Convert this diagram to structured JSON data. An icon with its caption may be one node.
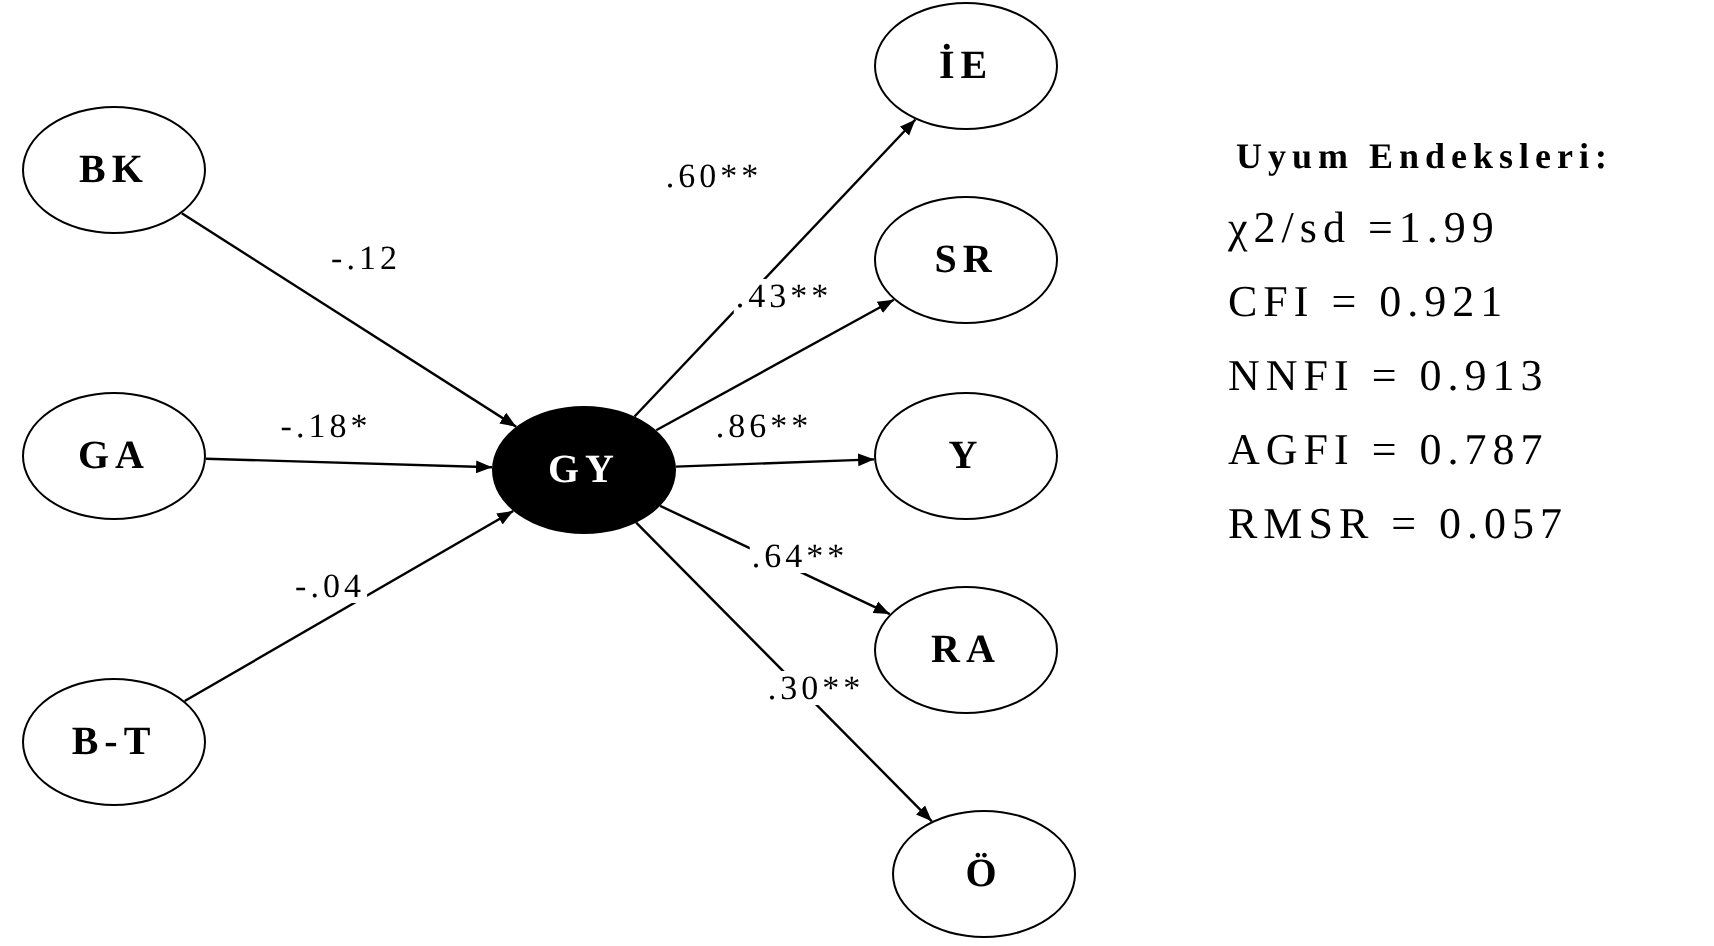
{
  "diagram": {
    "nodes": [
      {
        "text": [
          "BK"
        ]
      },
      {
        "text": [
          "GA"
        ]
      },
      {
        "text": [
          "B-T"
        ]
      },
      {
        "text": [
          "GY"
        ]
      },
      {
        "text": [
          "İE"
        ]
      },
      {
        "text": [
          "SR"
        ]
      },
      {
        "text": [
          "Y"
        ]
      },
      {
        "text": [
          "RA"
        ]
      },
      {
        "text": [
          "Ö"
        ]
      }
    ],
    "edges": [
      {
        "from": 0,
        "to": 3,
        "arrow": "to",
        "label": "-.12"
      },
      {
        "from": 1,
        "to": 3,
        "arrow": "to",
        "label": "-.18*"
      },
      {
        "from": 2,
        "to": 3,
        "arrow": "to",
        "label": "-.04"
      },
      {
        "from": 3,
        "to": 4,
        "arrow": "to",
        "label": ".60**"
      },
      {
        "from": 3,
        "to": 5,
        "arrow": "to",
        "label": ".43**"
      },
      {
        "from": 3,
        "to": 6,
        "arrow": "to",
        "label": ".86**"
      },
      {
        "from": 3,
        "to": 7,
        "arrow": "to",
        "label": ".64**"
      },
      {
        "from": 3,
        "to": 8,
        "arrow": "to",
        "label": ".30**"
      }
    ],
    "labels": [
      "Uyum Endeksleri:",
      "χ2/sd =1.99",
      "CFI = 0.921",
      "NNFI = 0.913",
      "AGFI = 0.787",
      "RMSR = 0.057"
    ]
  }
}
